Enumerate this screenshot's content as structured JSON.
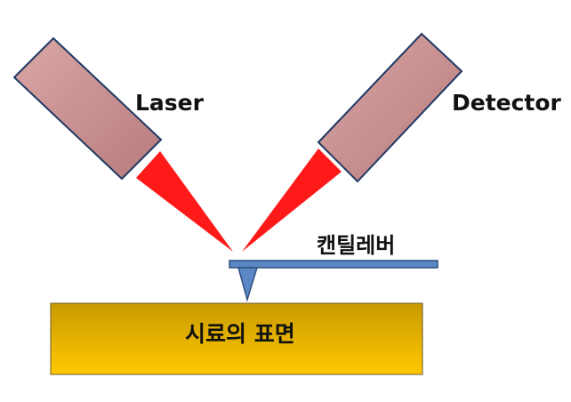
{
  "labels": {
    "laser": "Laser",
    "detector": "Detector",
    "cantilever": "캔틸레버",
    "sample_surface": "시료의 표면"
  },
  "colors": {
    "housing_light": "#d9a6a6",
    "housing_dark": "#b87c7c",
    "housing_stroke": "#1f3864",
    "beam": "#ff1a1a",
    "cantilever_fill": "#5b87c5",
    "cantilever_stroke": "#2e4f80",
    "sample_top": "#c99a00",
    "sample_bottom": "#ffc800",
    "sample_stroke": "#6b5a2a"
  },
  "icons": {
    "laser_source": "laser-housing",
    "detector": "detector-housing",
    "cantilever": "cantilever-with-tip",
    "sample": "sample-block"
  }
}
